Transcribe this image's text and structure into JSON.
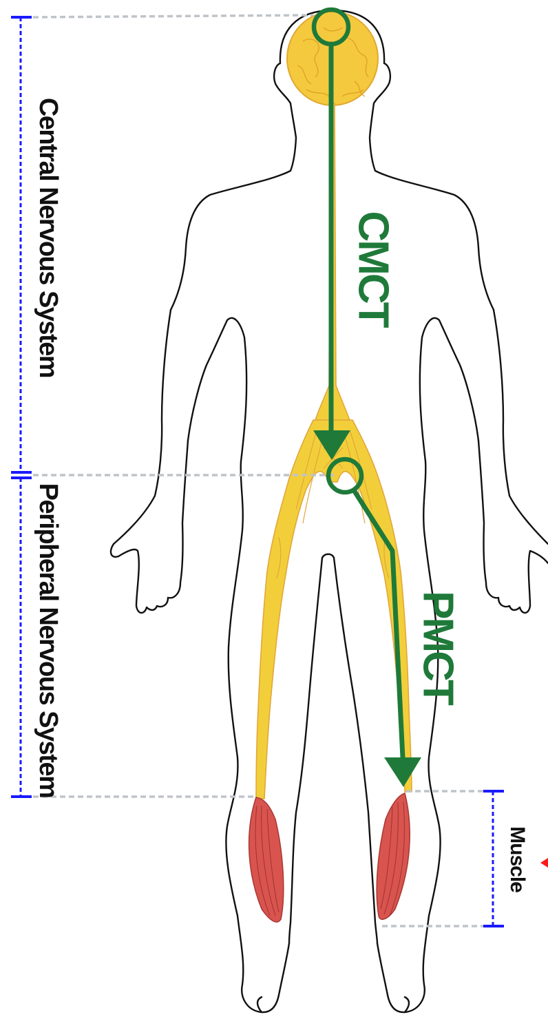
{
  "labels": {
    "cns": "Central Nervous System",
    "pns": "Peripheral Nervous System",
    "muscle": "Muscle",
    "cmct": "CMCT",
    "pmct": "PMCT"
  },
  "colors": {
    "bracket": "#1a1aff",
    "guide": "#c0c4c8",
    "nerve": "#f2cf3a",
    "nerve_edge": "#e2a63a",
    "brain": "#f5c93e",
    "muscle": "#d9544f",
    "pathway": "#1f7a3a",
    "body_outline": "#111111",
    "marker": "#ff1a1a"
  },
  "icons": {
    "start_marker": "circle-icon",
    "relay_marker": "circle-icon",
    "pathway_end": "arrowhead-icon",
    "off_screen_pointer": "triangle-icon"
  }
}
